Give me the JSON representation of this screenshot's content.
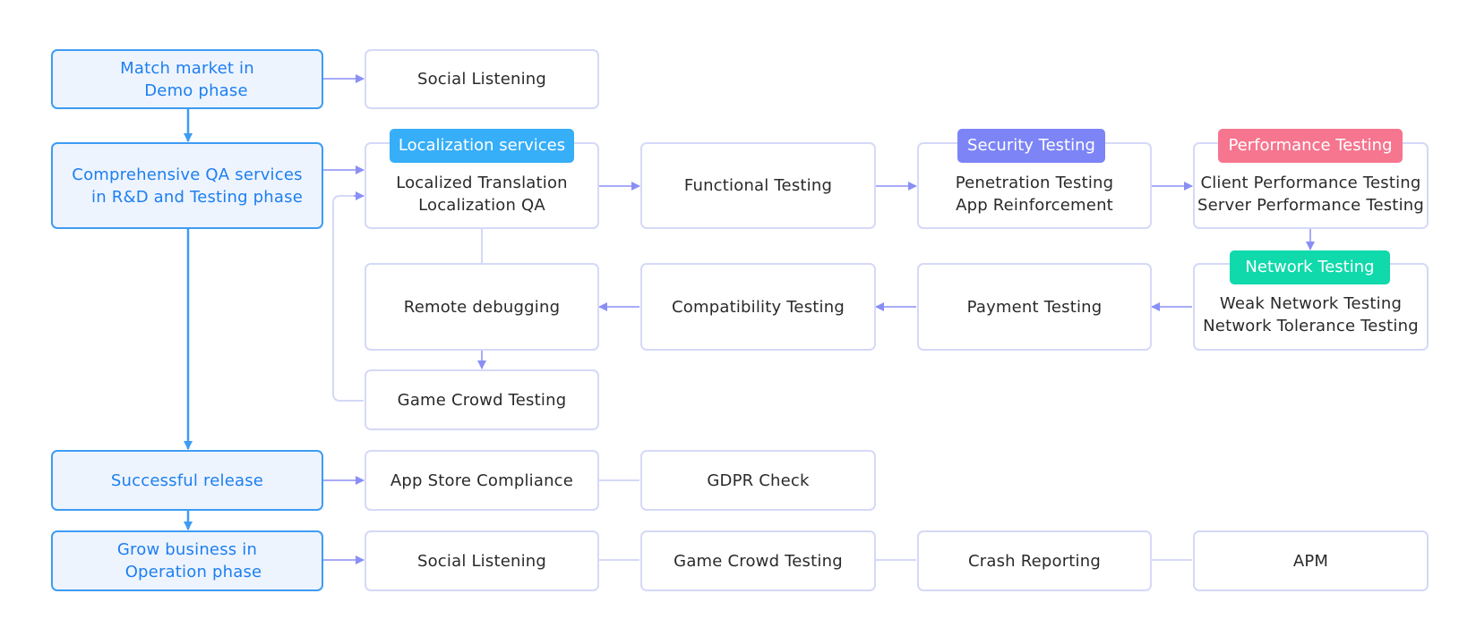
{
  "phases": {
    "demo": [
      "Match market in",
      "Demo phase"
    ],
    "rnd": [
      "Comprehensive QA services",
      "in R&D and Testing phase"
    ],
    "release": [
      "Successful release"
    ],
    "operation": [
      "Grow business in",
      "Operation phase"
    ]
  },
  "demo_row": {
    "social_listening": "Social Listening"
  },
  "rnd_row": {
    "localization": {
      "tag": "Localization services",
      "lines": [
        "Localized Translation",
        "Localization QA"
      ]
    },
    "functional": "Functional Testing",
    "security": {
      "tag": "Security Testing",
      "lines": [
        "Penetration Testing",
        "App Reinforcement"
      ]
    },
    "performance": {
      "tag": "Performance Testing",
      "lines": [
        "Client Performance Testing",
        "Server Performance Testing"
      ]
    },
    "network": {
      "tag": "Network Testing",
      "lines": [
        "Weak Network Testing",
        "Network Tolerance Testing"
      ]
    },
    "payment": "Payment Testing",
    "compatibility": "Compatibility Testing",
    "remote": "Remote debugging",
    "crowd": "Game Crowd Testing"
  },
  "release_row": {
    "app_store": "App Store Compliance",
    "gdpr": "GDPR Check"
  },
  "operation_row": {
    "social_listening": "Social Listening",
    "crowd": "Game Crowd Testing",
    "crash": "Crash Reporting",
    "apm": "APM"
  },
  "colors": {
    "phase_border": "#3d9cf3",
    "phase_fill": "#eef4fe",
    "phase_text": "#1c7ff0",
    "box_border": "#d5d9f7",
    "arrow": "#8a8ff5",
    "tag_localization": "#36aef8",
    "tag_security": "#7c84f6",
    "tag_performance": "#f6758f",
    "tag_network": "#10d9ab"
  }
}
